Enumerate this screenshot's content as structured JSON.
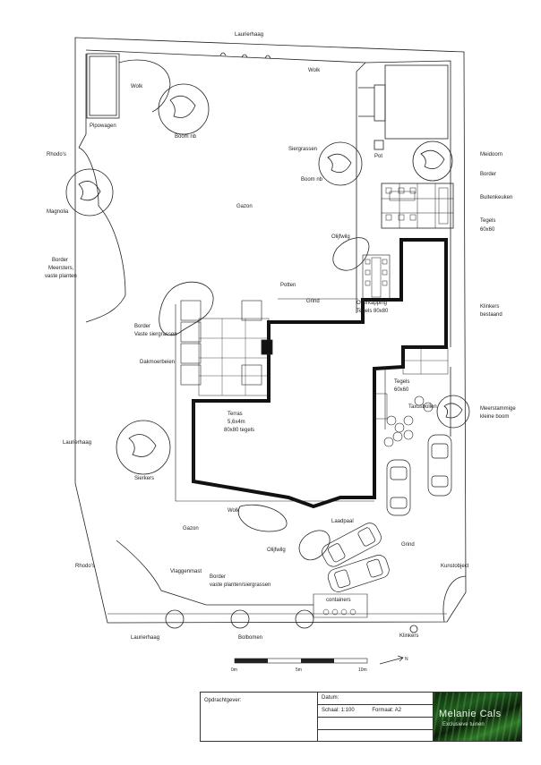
{
  "labels": {
    "laurierhaag_top": "Laurierhaag",
    "walk_top": "Wolk",
    "walk_left": "Wolk",
    "pipowagen": "Pipowagen",
    "boom_nb_top": "Boom nb",
    "siergrassen": "Siergrassen",
    "boom_nb_mid": "Boom nb",
    "pot": "Pot",
    "meidoorn": "Meidoorn",
    "border_right": "Border",
    "buitenkeuken": "Buitenkeuken",
    "tegels_60_right_1": "Tegels",
    "tegels_60_right_2": "60x60",
    "rhodos_left": "Rhodo's",
    "magnolia": "Magnolia",
    "gazon_top": "Gazon",
    "border_meersters_1": "Border",
    "border_meersters_2": "Meersters,",
    "border_meersters_3": "vaste planten",
    "olijfwilg_top": "Olijfwilg",
    "potten": "Potten",
    "grind_top": "Grind",
    "overkapping_1": "Overkapping",
    "overkapping_2": "Tegels 80x80",
    "klinkers_bestaand_1": "Klinkers",
    "klinkers_bestaand_2": "bestaand",
    "border_siergrassen_1": "Border",
    "border_siergrassen_2": "Vaste siergrassen",
    "dakmoerbeien": "Dakmoerbeien",
    "tegels_60_mid_1": "Tegels",
    "tegels_60_mid_2": "60x60",
    "taxusbollen": "Taxusbollen",
    "meerstammige_1": "Meerstammige",
    "meerstammige_2": "kleine boom",
    "laurierhaag_left": "Laurierhaag",
    "terras_1": "Terras",
    "terras_2": "5,6x4m",
    "terras_3": "80x80 tegels",
    "sierkers": "Sierkers",
    "walk_bottom": "Wolk",
    "gazon_bottom": "Gazon",
    "laadpaal": "Laadpaal",
    "olijfwilg_bottom": "Olijfwilg",
    "grind_bottom": "Grind",
    "rhodos_bottom": "Rhodo's",
    "vlaggenmast": "Vlaggenmast",
    "border_vaste_1": "Border",
    "border_vaste_2": "vaste planten/siergrassen",
    "kunstobject": "Kunstobject",
    "containers": "containers",
    "laurierhaag_bottom": "Laurierhaag",
    "bolbomen": "Bolbomen",
    "klinkers_bottom": "Klinkers"
  },
  "scale_bar": {
    "t0": "0m",
    "t5": "5m",
    "t10": "10m",
    "north": "N"
  },
  "title_block": {
    "opdrachtgever": "Opdrachtgever:",
    "datum": "Datum:",
    "schaal": "Schaal:  1:100",
    "formaat": "Formaat: A2",
    "brand": "Melanie Cals",
    "tagline": "Exclusieve tuinen"
  }
}
